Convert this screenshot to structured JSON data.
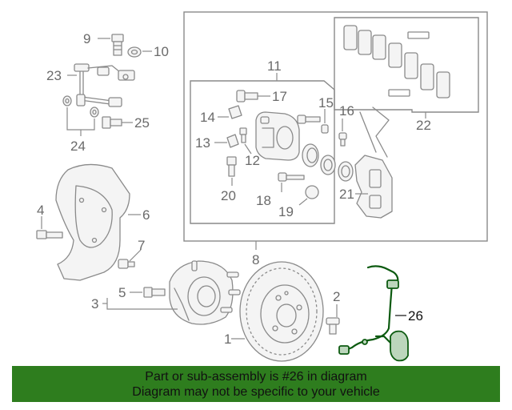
{
  "callouts": {
    "c1": "1",
    "c2": "2",
    "c3": "3",
    "c4": "4",
    "c5": "5",
    "c6": "6",
    "c7": "7",
    "c8": "8",
    "c9": "9",
    "c10": "10",
    "c11": "11",
    "c12": "12",
    "c13": "13",
    "c14": "14",
    "c15": "15",
    "c16": "16",
    "c17": "17",
    "c18": "18",
    "c19": "19",
    "c20": "20",
    "c21": "21",
    "c22": "22",
    "c23": "23",
    "c24": "24",
    "c25": "25",
    "c26": "26"
  },
  "highlighted_part": "26",
  "banner": {
    "line1": "Part or sub-assembly is #26 in diagram",
    "line2": "Diagram may not be specific to your vehicle",
    "color": "#2e7d1e"
  },
  "colors": {
    "line_art": "#8a8a8a",
    "highlight": "#0c5a10"
  }
}
